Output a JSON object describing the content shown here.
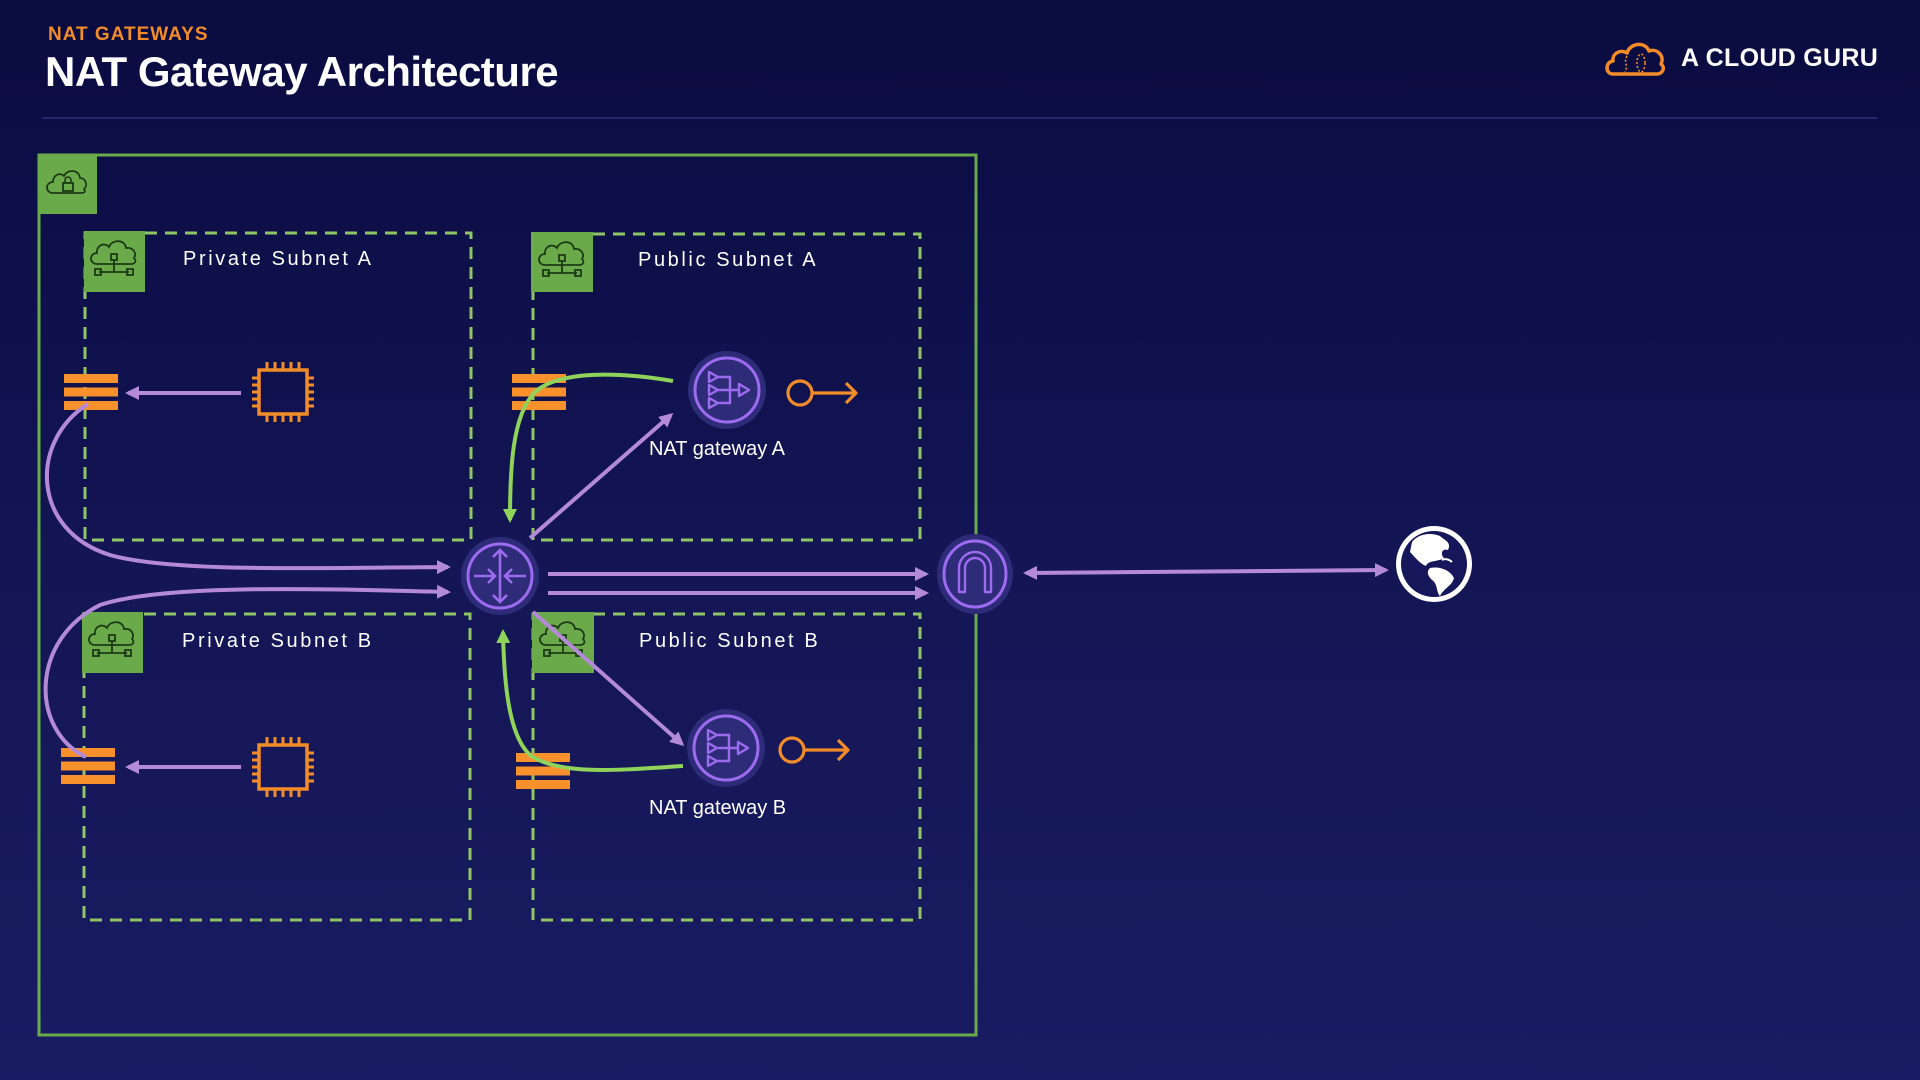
{
  "header": {
    "eyebrow": "NAT GATEWAYS",
    "title": "NAT Gateway Architecture",
    "brand": "A CLOUD GURU"
  },
  "colors": {
    "background_top": "#0a0b40",
    "background_bottom": "#1a1c63",
    "accent_orange": "#f28c28",
    "vpc_green": "#6aaa4b",
    "subnet_dash_green": "#8fc565",
    "flow_purple": "#b48ad8",
    "return_green": "#8fd35a",
    "icon_purple": "#9d6bf0",
    "icon_disc": "#2e2c78"
  },
  "diagram": {
    "vpc": {
      "icon": "vpc-lock-cloud-icon"
    },
    "subnets": [
      {
        "id": "private-a",
        "label": "Private Subnet A",
        "icon": "subnet-cloud-icon"
      },
      {
        "id": "public-a",
        "label": "Public Subnet A",
        "icon": "subnet-cloud-icon"
      },
      {
        "id": "private-b",
        "label": "Private Subnet B",
        "icon": "subnet-cloud-icon"
      },
      {
        "id": "public-b",
        "label": "Public Subnet B",
        "icon": "subnet-cloud-icon"
      }
    ],
    "nat_gateways": [
      {
        "label": "NAT gateway A",
        "icon": "nat-gateway-icon",
        "elastic_ip_icon": "elastic-ip-key-icon"
      },
      {
        "label": "NAT gateway B",
        "icon": "nat-gateway-icon",
        "elastic_ip_icon": "elastic-ip-key-icon"
      }
    ],
    "instances": [
      {
        "subnet": "private-a",
        "icon": "ec2-instance-chip-icon"
      },
      {
        "subnet": "private-b",
        "icon": "ec2-instance-chip-icon"
      }
    ],
    "route_tables": [
      "private-a",
      "public-a",
      "private-b",
      "public-b"
    ],
    "router": {
      "icon": "router-icon"
    },
    "internet_gateway": {
      "icon": "internet-gateway-icon"
    },
    "internet": {
      "icon": "globe-icon"
    }
  }
}
